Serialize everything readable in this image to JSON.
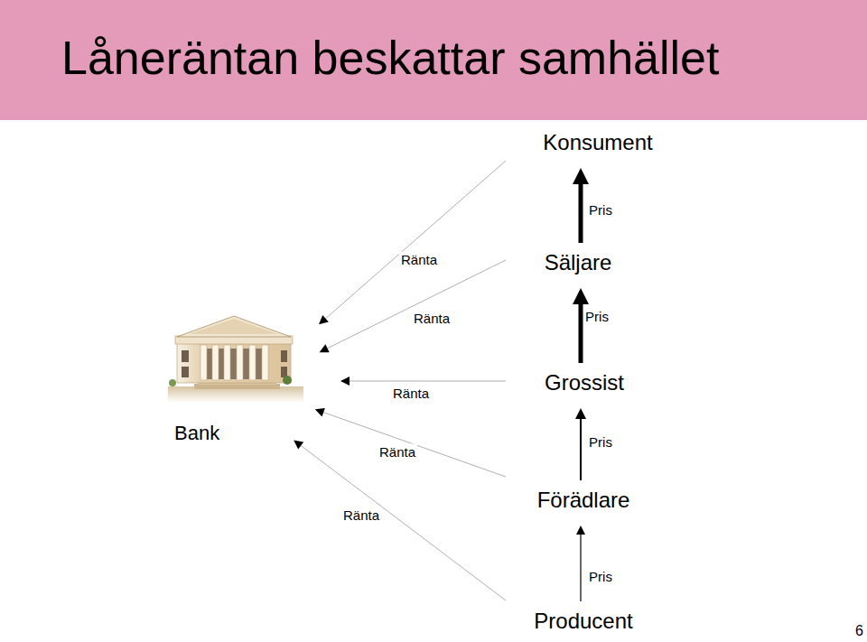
{
  "diagram": {
    "title": "Låneräntan beskattar samhället",
    "nodes": [
      {
        "text": [
          "Konsument"
        ]
      },
      {
        "text": [
          "Säljare"
        ]
      },
      {
        "text": [
          "Grossist"
        ]
      },
      {
        "text": [
          "Bank"
        ]
      },
      {
        "text": [
          "Förädlare"
        ]
      },
      {
        "text": [
          "Producent"
        ]
      }
    ],
    "edges": [
      {
        "from": 1,
        "to": 0,
        "label": "Pris",
        "arrow": "to"
      },
      {
        "from": 2,
        "to": 1,
        "label": "Pris",
        "arrow": "to"
      },
      {
        "from": 4,
        "to": 2,
        "label": "Pris",
        "arrow": "to"
      },
      {
        "from": 5,
        "to": 4,
        "label": "Pris",
        "arrow": "to"
      },
      {
        "from": 0,
        "to": 3,
        "label": "Ränta",
        "arrow": "to"
      },
      {
        "from": 1,
        "to": 3,
        "label": "Ränta",
        "arrow": "to"
      },
      {
        "from": 2,
        "to": 3,
        "label": "Ränta",
        "arrow": "to"
      },
      {
        "from": 4,
        "to": 3,
        "label": "Ränta",
        "arrow": "to"
      },
      {
        "from": 5,
        "to": 3,
        "label": "Ränta",
        "arrow": "to"
      }
    ],
    "labels": [
      "6"
    ]
  }
}
